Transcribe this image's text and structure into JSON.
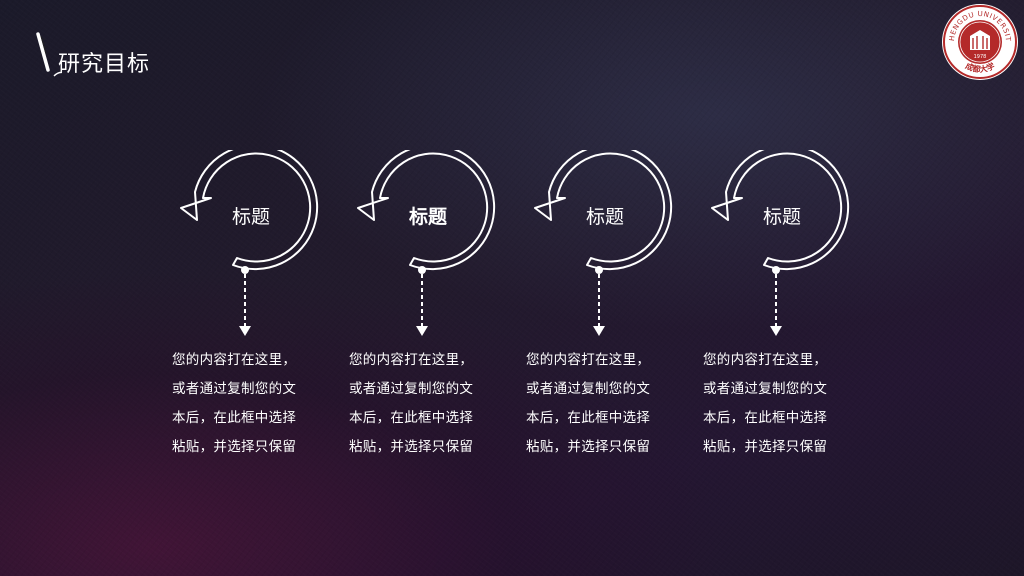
{
  "header": {
    "title": "研究目标",
    "deco_icon": "pencil-stroke-icon"
  },
  "logo": {
    "icon": "chengdu-university-emblem",
    "arc_text": "CHENGDU UNIVERSITY",
    "year": "1978",
    "cn_name": "成都大学",
    "color": "#b42a2a"
  },
  "steps": [
    {
      "title": "标题",
      "lines": [
        "您的内容打在这里，",
        "或者通过复制您的文",
        "本后，在此框中选择",
        "粘贴，并选择只保留"
      ]
    },
    {
      "title": "标题",
      "lines": [
        "您的内容打在这里，",
        "或者通过复制您的文",
        "本后，在此框中选择",
        "粘贴，并选择只保留"
      ]
    },
    {
      "title": "标题",
      "lines": [
        "您的内容打在这里，",
        "或者通过复制您的文",
        "本后，在此框中选择",
        "粘贴，并选择只保留"
      ]
    },
    {
      "title": "标题",
      "lines": [
        "您的内容打在这里，",
        "或者通过复制您的文",
        "本后，在此框中选择",
        "粘贴，并选择只保留"
      ]
    }
  ],
  "colors": {
    "text": "#ffffff",
    "accent": "#b42a2a"
  }
}
